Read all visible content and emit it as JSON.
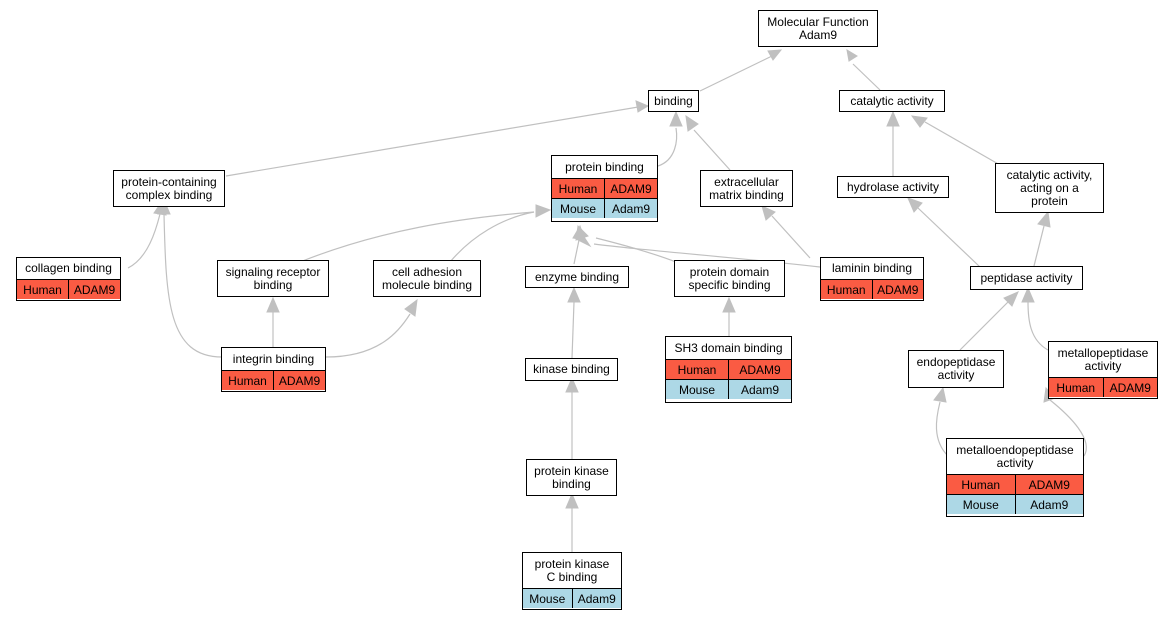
{
  "colors": {
    "human": "#fa5b43",
    "mouse": "#add8e6",
    "edge": "#c0c0c0"
  },
  "nodes": {
    "mf": {
      "title": "Molecular Function\nAdam9",
      "rows": []
    },
    "binding": {
      "title": "binding",
      "rows": []
    },
    "catalytic": {
      "title": "catalytic activity",
      "rows": []
    },
    "pcb": {
      "title": "protein-containing\ncomplex binding",
      "rows": []
    },
    "pb": {
      "title": "protein binding",
      "rows": [
        [
          "Human",
          "ADAM9"
        ],
        [
          "Mouse",
          "Adam9"
        ]
      ]
    },
    "ecm": {
      "title": "extracellular\nmatrix binding",
      "rows": []
    },
    "hydro": {
      "title": "hydrolase activity",
      "rows": []
    },
    "cap": {
      "title": "catalytic activity,\nacting on a\nprotein",
      "rows": []
    },
    "collagen": {
      "title": "collagen binding",
      "rows": [
        [
          "Human",
          "ADAM9"
        ]
      ]
    },
    "srb": {
      "title": "signaling receptor\nbinding",
      "rows": []
    },
    "cam": {
      "title": "cell adhesion\nmolecule binding",
      "rows": []
    },
    "enzyme": {
      "title": "enzyme binding",
      "rows": []
    },
    "pdsb": {
      "title": "protein domain\nspecific binding",
      "rows": []
    },
    "laminin": {
      "title": "laminin binding",
      "rows": [
        [
          "Human",
          "ADAM9"
        ]
      ]
    },
    "peptidase": {
      "title": "peptidase activity",
      "rows": []
    },
    "integrin": {
      "title": "integrin binding",
      "rows": [
        [
          "Human",
          "ADAM9"
        ]
      ]
    },
    "kinase": {
      "title": "kinase binding",
      "rows": []
    },
    "sh3": {
      "title": "SH3 domain binding",
      "rows": [
        [
          "Human",
          "ADAM9"
        ],
        [
          "Mouse",
          "Adam9"
        ]
      ]
    },
    "endo": {
      "title": "endopeptidase\nactivity",
      "rows": []
    },
    "metallo": {
      "title": "metallopeptidase\nactivity",
      "rows": [
        [
          "Human",
          "ADAM9"
        ]
      ]
    },
    "pkb": {
      "title": "protein kinase\nbinding",
      "rows": []
    },
    "metalloendo": {
      "title": "metalloendopeptidase\nactivity",
      "rows": [
        [
          "Human",
          "ADAM9"
        ],
        [
          "Mouse",
          "Adam9"
        ]
      ]
    },
    "pkcb": {
      "title": "protein kinase\nC binding",
      "rows": [
        [
          "Mouse",
          "Adam9"
        ]
      ]
    }
  }
}
